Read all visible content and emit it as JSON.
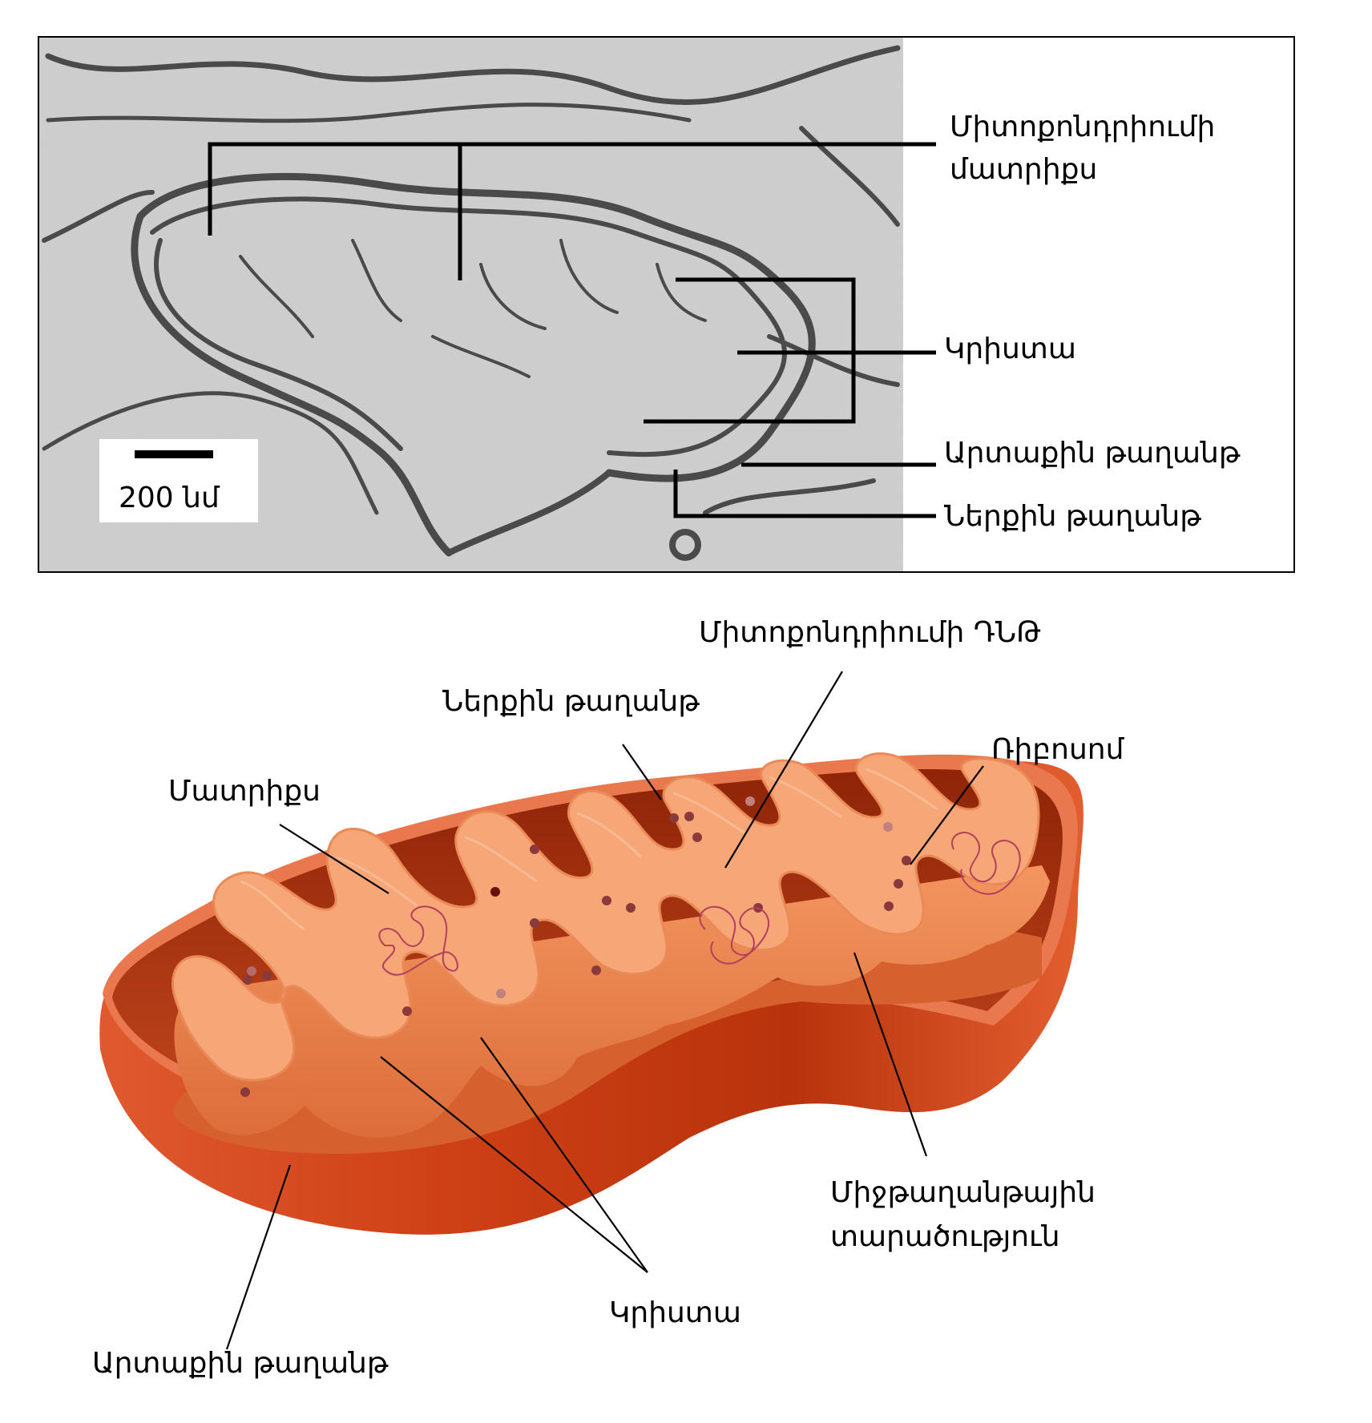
{
  "micrograph": {
    "scale_bar": "200 նմ",
    "labels": {
      "matrix": [
        "Միտոքոնդրիումի",
        "մատրիքս"
      ],
      "cristae": "Կրիստա",
      "outer_membrane": "Արտաքին թաղանթ",
      "inner_membrane": "Ներքին թաղանթ"
    }
  },
  "diagram": {
    "labels": {
      "mtdna": "Միտոքոնդրիումի ԴՆԹ",
      "inner_membrane": "Ներքին թաղանթ",
      "ribosome": "Ռիբոսոմ",
      "matrix": "Մատրիքս",
      "intermembrane_space": [
        "Միջթաղանթային",
        "տարածություն"
      ],
      "cristae": "Կրիստա",
      "outer_membrane": "Արտաքին թաղանթ"
    }
  },
  "colors": {
    "outer_membrane": "#d9461f",
    "inner_wall": "#9e2a0c",
    "cristae_fill": "#f7a57a",
    "ribosome": "#8a3a3a"
  }
}
